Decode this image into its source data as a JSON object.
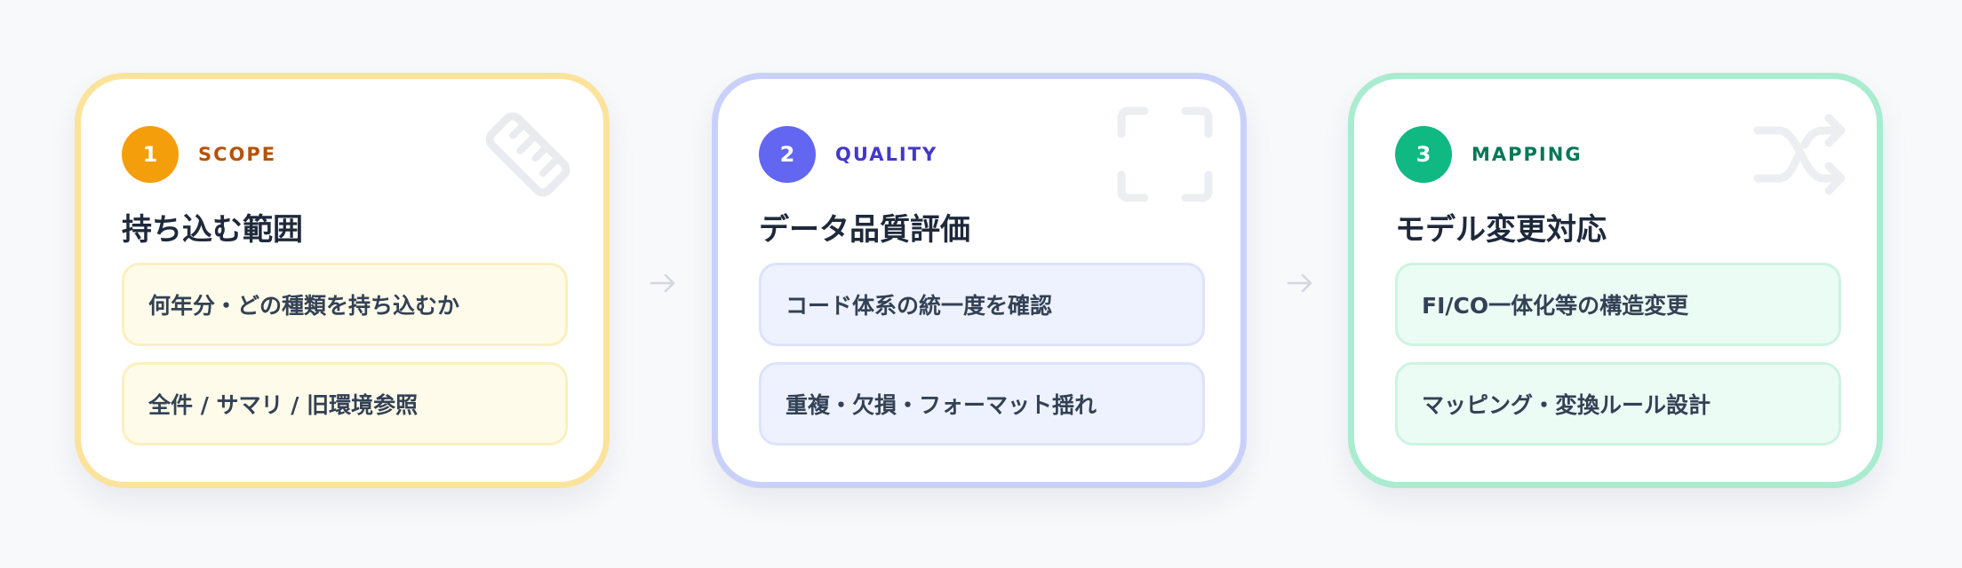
{
  "steps": [
    {
      "number": "1",
      "tag": "SCOPE",
      "title": "持ち込む範囲",
      "items": [
        "何年分・どの種類を持ち込むか",
        "全件 / サマリ / 旧環境参照"
      ],
      "icon": "ruler-icon",
      "accent": "#f59e0b"
    },
    {
      "number": "2",
      "tag": "QUALITY",
      "title": "データ品質評価",
      "items": [
        "コード体系の統一度を確認",
        "重複・欠損・フォーマット揺れ"
      ],
      "icon": "scan-frame-icon",
      "accent": "#6366f1"
    },
    {
      "number": "3",
      "tag": "MAPPING",
      "title": "モデル変更対応",
      "items": [
        "FI/CO一体化等の構造変更",
        "マッピング・変換ルール設計"
      ],
      "icon": "shuffle-icon",
      "accent": "#10b981"
    }
  ],
  "connectors": [
    "arrow-right-icon",
    "arrow-right-icon"
  ]
}
